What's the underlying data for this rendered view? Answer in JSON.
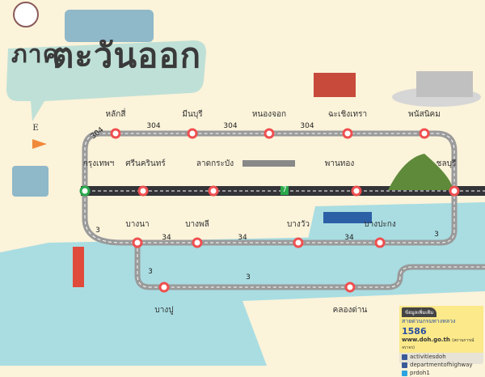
{
  "title": {
    "line1": "ภาค",
    "line2": "ตะวันออก"
  },
  "compass_label": "E",
  "stations": {
    "upper_road": [
      "หลักสี่",
      "มีนบุรี",
      "หนองจอก",
      "ฉะเชิงเทรา",
      "พนัสนิคม"
    ],
    "highway": [
      "กรุงเทพฯ",
      "ศรีนครินทร์",
      "ลาดกระบัง",
      "พานทอง",
      "ชลบุรี"
    ],
    "lower_road": [
      "บางนา",
      "บางพลี",
      "บางวัว",
      "บางปะกง"
    ],
    "coast_road": [
      "บางปู",
      "คลองด่าน"
    ]
  },
  "route_numbers": {
    "r304a": "304",
    "r304b": "304",
    "r304c": "304",
    "r304d": "304",
    "r7": "7",
    "r3a": "3",
    "r3b": "3",
    "r3c": "3",
    "r3d": "3",
    "r34a": "34",
    "r34b": "34",
    "r34c": "34"
  },
  "info": {
    "header": "ข้อมูลเพิ่มเติม",
    "hotline_label": "สายด่วนกรมทางหลวง",
    "hotline_number": "1586",
    "website": "www.doh.go.th",
    "website_note": "(สถานการณ์จราจร)",
    "social": [
      "activitiesdoh",
      "departmentofhighway",
      "prdoh1"
    ]
  },
  "colors": {
    "background": "#fbf3da",
    "water": "#a9dde2",
    "road": "#9a9a9a",
    "highway": "#333338",
    "station": "#ef4f4f",
    "start": "#2aa84a"
  }
}
